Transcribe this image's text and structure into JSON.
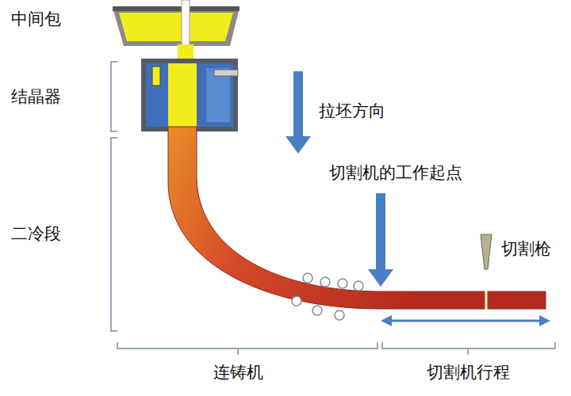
{
  "diagram": {
    "labels": [
      "中间包",
      "结晶器",
      "二冷段",
      "拉坯方向",
      "切割机的工作起点",
      "切割枪",
      "连铸机",
      "切割机行程"
    ]
  }
}
